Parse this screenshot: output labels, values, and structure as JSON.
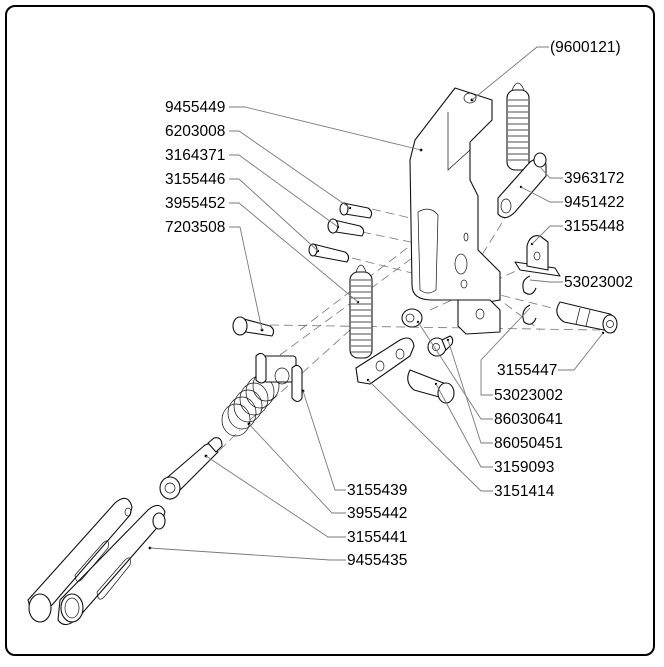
{
  "diagram": {
    "type": "exploded-parts-diagram",
    "callouts": [
      {
        "id": "9600121",
        "text": "(9600121)"
      },
      {
        "id": "9455449",
        "text": "9455449"
      },
      {
        "id": "6203008",
        "text": "6203008"
      },
      {
        "id": "3164371",
        "text": "3164371"
      },
      {
        "id": "3155446",
        "text": "3155446"
      },
      {
        "id": "3955452",
        "text": "3955452"
      },
      {
        "id": "7203508",
        "text": "7203508"
      },
      {
        "id": "3963172",
        "text": "3963172"
      },
      {
        "id": "9451422",
        "text": "9451422"
      },
      {
        "id": "3155448",
        "text": "3155448"
      },
      {
        "id": "53023002a",
        "text": "53023002"
      },
      {
        "id": "3155447",
        "text": "3155447"
      },
      {
        "id": "53023002b",
        "text": "53023002"
      },
      {
        "id": "86030641",
        "text": "86030641"
      },
      {
        "id": "86050451",
        "text": "86050451"
      },
      {
        "id": "3159093",
        "text": "3159093"
      },
      {
        "id": "3151414",
        "text": "3151414"
      },
      {
        "id": "3155439",
        "text": "3155439"
      },
      {
        "id": "3955442",
        "text": "3955442"
      },
      {
        "id": "3155441",
        "text": "3155441"
      },
      {
        "id": "9455435",
        "text": "9455435"
      }
    ],
    "parts": [
      {
        "name": "main-bracket",
        "callout": "9455449"
      },
      {
        "name": "assembly-reference",
        "callout": "9600121"
      },
      {
        "name": "pin-short",
        "callout": "6203008"
      },
      {
        "name": "pin-collared",
        "callout": "3164371"
      },
      {
        "name": "pin-grooved",
        "callout": "3155446"
      },
      {
        "name": "tension-spring-small",
        "callout": "3955452"
      },
      {
        "name": "shoulder-pin",
        "callout": "7203508"
      },
      {
        "name": "tension-spring-large",
        "callout": "3963172"
      },
      {
        "name": "lever-arm",
        "callout": "9451422"
      },
      {
        "name": "mount-block",
        "callout": "3155448"
      },
      {
        "name": "e-clip-upper",
        "callout": "53023002"
      },
      {
        "name": "stepped-shaft",
        "callout": "3155447"
      },
      {
        "name": "e-clip-lower",
        "callout": "53023002"
      },
      {
        "name": "torx-nut",
        "callout": "86030641"
      },
      {
        "name": "hex-screw",
        "callout": "86050451"
      },
      {
        "name": "cylinder-pin",
        "callout": "3159093"
      },
      {
        "name": "spring-hook-plate",
        "callout": "3151414"
      },
      {
        "name": "spring-seat",
        "callout": "3155439"
      },
      {
        "name": "compression-spring",
        "callout": "3955442"
      },
      {
        "name": "torx-bolt",
        "callout": "3155441"
      },
      {
        "name": "fork-link",
        "callout": "9455435"
      }
    ]
  }
}
